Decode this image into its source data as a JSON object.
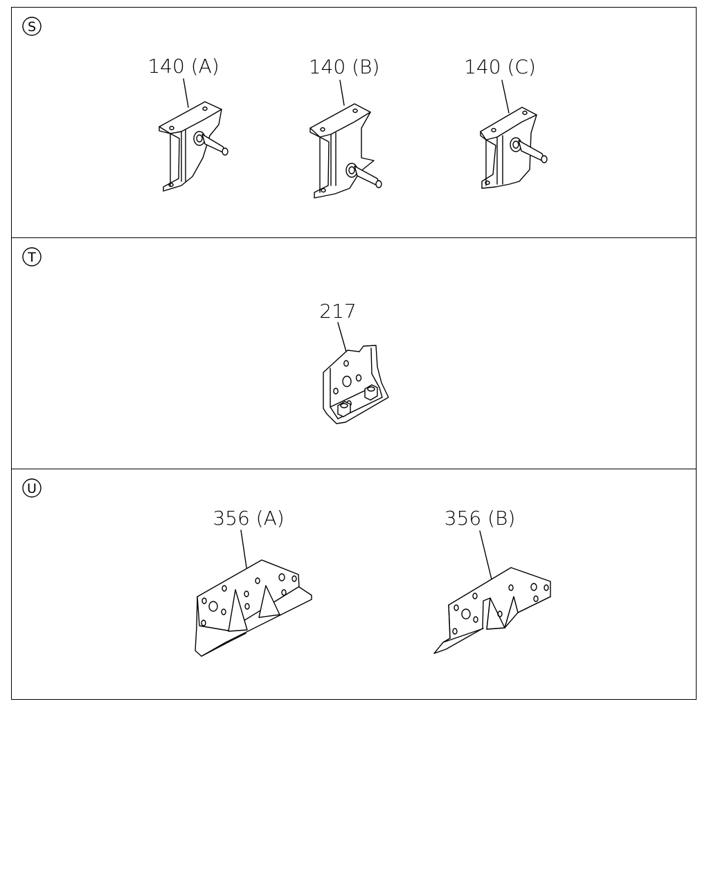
{
  "sections": [
    {
      "marker": "S",
      "parts": [
        {
          "label": "140 (A)"
        },
        {
          "label": "140 (B)"
        },
        {
          "label": "140 (C)"
        }
      ]
    },
    {
      "marker": "T",
      "parts": [
        {
          "label": "217"
        }
      ]
    },
    {
      "marker": "U",
      "parts": [
        {
          "label": "356 (A)"
        },
        {
          "label": "356 (B)"
        }
      ]
    }
  ]
}
